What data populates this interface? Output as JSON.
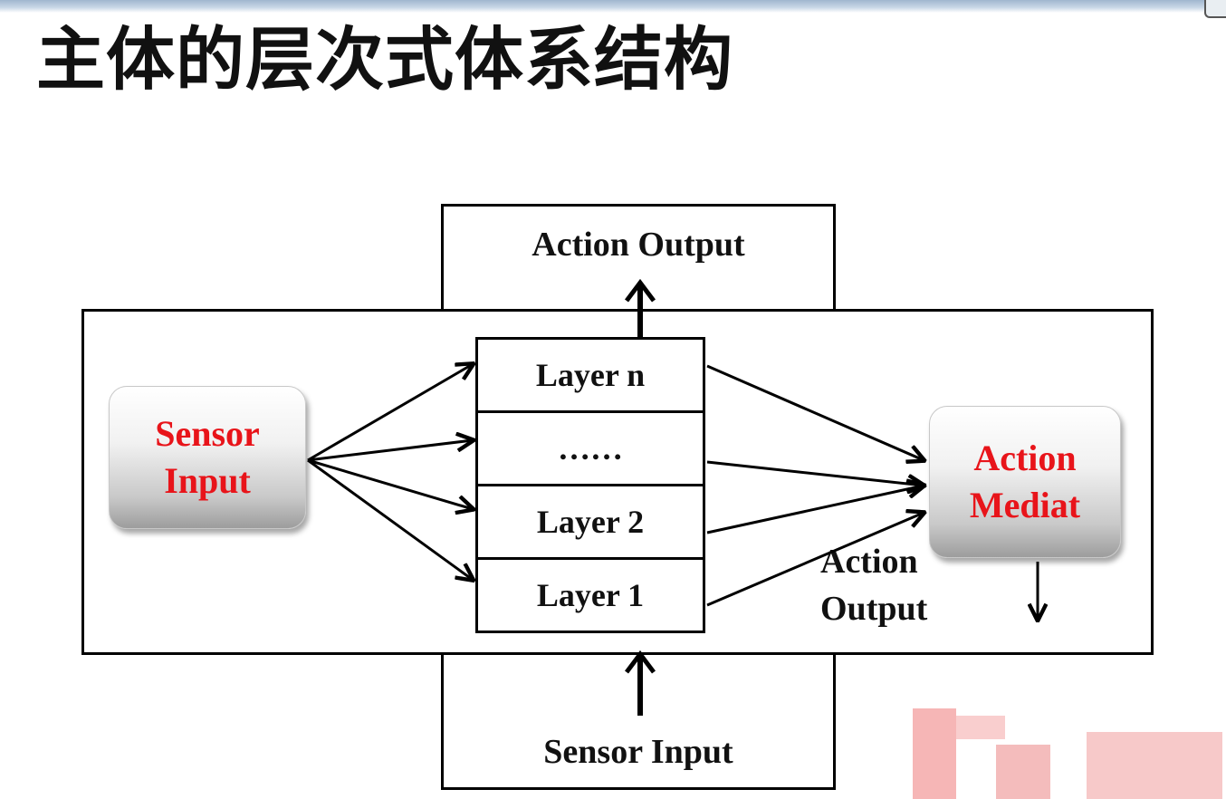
{
  "slide": {
    "title": "主体的层次式体系结构"
  },
  "diagram": {
    "top_box_label": "Action Output",
    "bottom_box_label": "Sensor Input",
    "sensor_node": [
      "Sensor",
      "Input"
    ],
    "mediator_node": [
      "Action",
      "Mediat"
    ],
    "layers": [
      "Layer n",
      "……",
      "Layer 2",
      "Layer 1"
    ],
    "side_output_label": [
      "Action",
      "Output"
    ],
    "node_text_color": "#e8141a"
  }
}
